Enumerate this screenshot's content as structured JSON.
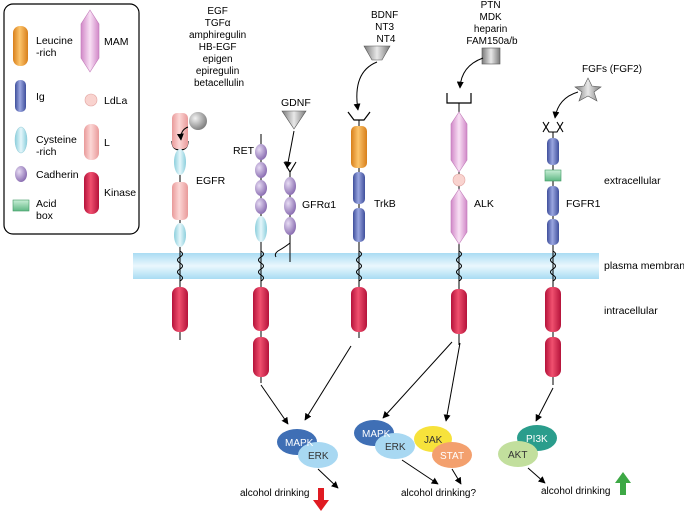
{
  "legend": {
    "items": [
      {
        "key": "leucine",
        "label": "Leucine\n-rich",
        "color": "#f3a93f"
      },
      {
        "key": "mam",
        "label": "MAM",
        "color": "#e8b6e2"
      },
      {
        "key": "ig",
        "label": "Ig",
        "color": "#6f7bc4"
      },
      {
        "key": "ldla",
        "label": "LdLa",
        "color": "#f8c9c4"
      },
      {
        "key": "cysteine",
        "label": "Cysteine\n-rich",
        "color": "#bfe6ee"
      },
      {
        "key": "l",
        "label": "L",
        "color": "#f5b7b6"
      },
      {
        "key": "cadherin",
        "label": "Cadherin",
        "color": "#a98bc8"
      },
      {
        "key": "kinase",
        "label": "Kinase",
        "color": "#e2274f"
      },
      {
        "key": "acid",
        "label": "Acid\nbox",
        "color": "#8ed3a6"
      }
    ]
  },
  "ligands": {
    "egfr": [
      "EGF",
      "TGFα",
      "amphiregulin",
      "HB-EGF",
      "epigen",
      "epiregulin",
      "betacellulin"
    ],
    "gdnf": [
      "GDNF"
    ],
    "trkb": [
      "BDNF",
      "NT3",
      "NT4"
    ],
    "alk": [
      "PTN",
      "MDK",
      "heparin",
      "FAM150a/b"
    ],
    "fgfr": [
      "FGFs (FGF2)"
    ]
  },
  "receptors": {
    "egfr": "EGFR",
    "ret": "RET",
    "gfra1": "GFRα1",
    "trkb": "TrkB",
    "alk": "ALK",
    "fgfr1": "FGFR1"
  },
  "regions": {
    "extracellular": "extracellular",
    "membrane": "plasma membrane",
    "intracellular": "intracellular"
  },
  "pathways": {
    "mapk1": "MAPK",
    "erk1": "ERK",
    "mapk2": "MAPK",
    "erk2": "ERK",
    "jak": "JAK",
    "stat": "STAT",
    "pi3k": "PI3K",
    "akt": "AKT"
  },
  "outcomes": {
    "left": "alcohol drinking",
    "middle": "alcohol drinking?",
    "right": "alcohol drinking"
  },
  "colors": {
    "membrane": "#cfeaf8",
    "mapk": "#3f6fb5",
    "erk": "#9fd2ef",
    "jak": "#f7e23b",
    "stat": "#f3a06e",
    "pi3k": "#2a9d8c",
    "akt": "#bfdd9a",
    "down_arrow": "#e01b22",
    "up_arrow": "#3da845"
  }
}
